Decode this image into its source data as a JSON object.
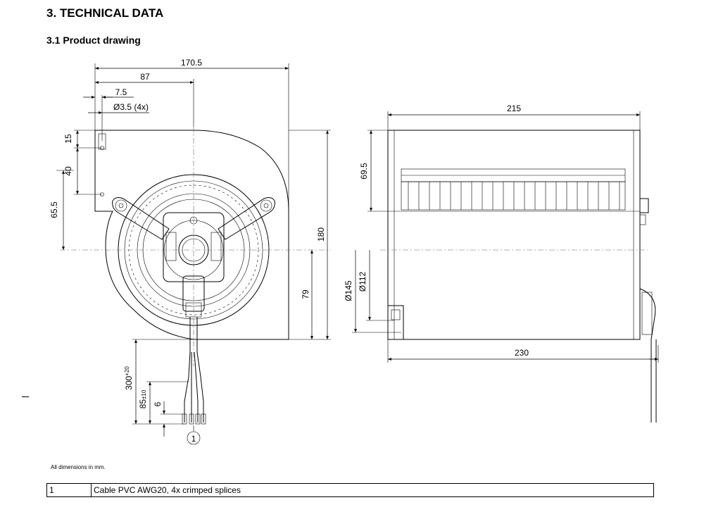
{
  "header": {
    "section_title": "3. TECHNICAL DATA",
    "subsection_title": "3.1 Product drawing"
  },
  "front_view": {
    "dims": {
      "overall_width": "170.5",
      "center_offset": "87",
      "hole_offset": "7.5",
      "hole_dia": "Ø3.5 (4x)",
      "top_hole": "15",
      "hole_spacing": "40",
      "center_height": "65.5",
      "overall_height": "180",
      "lower_height": "79",
      "cable_length": "300",
      "cable_length_tol": "+20",
      "strip_length": "85",
      "strip_length_tol": "±10",
      "splice_length": "6"
    },
    "callout": "1"
  },
  "side_view": {
    "dims": {
      "outer_length": "215",
      "half_height": "69.5",
      "dia_outer": "Ø145",
      "dia_inner": "Ø112",
      "total_length": "230"
    }
  },
  "footer": {
    "note": "All dimensions in mm.",
    "legend": [
      {
        "num": "1",
        "text": "Cable PVC AWG20, 4x crimped splices"
      }
    ]
  }
}
